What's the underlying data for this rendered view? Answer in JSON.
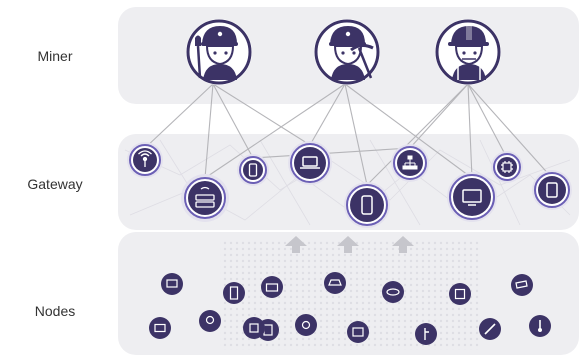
{
  "labels": {
    "miner": "Miner",
    "gateway": "Gateway",
    "nodes": "Nodes"
  },
  "colors": {
    "panel": "#eeeef1",
    "primary": "#3c3366",
    "accent": "#6b5fb5",
    "ring": "#e4e2ee",
    "arrow": "#c6c6cc",
    "line": "#b5b5b9"
  },
  "miners": [
    {
      "name": "miner-1",
      "icon": "miner-with-shovel"
    },
    {
      "name": "miner-2",
      "icon": "miner-with-pickaxe"
    },
    {
      "name": "miner-3",
      "icon": "miner-with-hard-hat"
    }
  ],
  "gateways": [
    {
      "name": "gateway-wifi",
      "icon": "wifi-icon"
    },
    {
      "name": "gateway-router",
      "icon": "router-icon"
    },
    {
      "name": "gateway-phone-small",
      "icon": "phone-icon"
    },
    {
      "name": "gateway-laptop",
      "icon": "laptop-icon"
    },
    {
      "name": "gateway-smartphone",
      "icon": "smartphone-icon"
    },
    {
      "name": "gateway-network",
      "icon": "network-icon"
    },
    {
      "name": "gateway-chip",
      "icon": "chip-icon"
    },
    {
      "name": "gateway-monitor",
      "icon": "monitor-icon"
    },
    {
      "name": "gateway-tablet",
      "icon": "tablet-icon"
    }
  ],
  "nodes": [
    {
      "icon": "printer-icon"
    },
    {
      "icon": "fridge-icon"
    },
    {
      "icon": "tv-icon"
    },
    {
      "icon": "washer-icon"
    },
    {
      "icon": "car-icon"
    },
    {
      "icon": "router-device-icon"
    },
    {
      "icon": "thermostat-icon"
    },
    {
      "icon": "camera-icon"
    },
    {
      "icon": "camera-photo-icon"
    },
    {
      "icon": "lightbulb-icon"
    },
    {
      "icon": "socket-icon"
    },
    {
      "icon": "watch-icon"
    },
    {
      "icon": "store-icon"
    },
    {
      "icon": "key-icon"
    },
    {
      "icon": "pen-icon"
    },
    {
      "icon": "thermometer-icon"
    }
  ]
}
